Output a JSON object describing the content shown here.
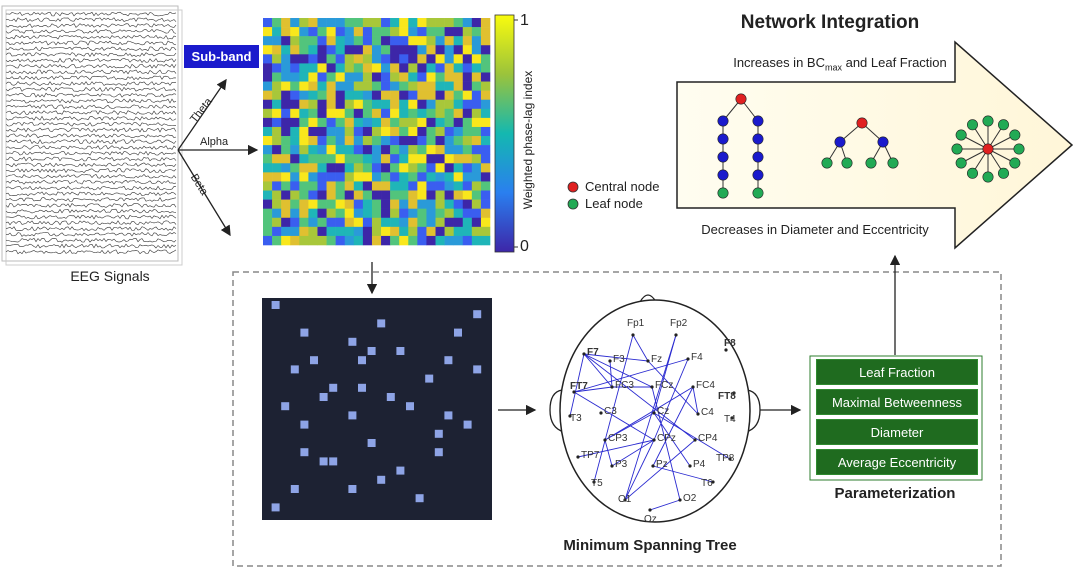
{
  "eeg": {
    "label": "EEG Signals"
  },
  "subband": {
    "label": "Sub-band",
    "bands": [
      "Theta",
      "Alpha",
      "Beta"
    ]
  },
  "matrix": {
    "colorbar_label": "Weighted phase-lag index",
    "cb_max": "1",
    "cb_min": "0"
  },
  "network": {
    "title": "Network Integration",
    "top_text_pre": "Increases in BC",
    "top_text_sub": "max",
    "top_text_post": " and Leaf Fraction",
    "bottom_text": "Decreases in Diameter and Eccentricity",
    "legend": [
      {
        "label": "Central node",
        "color": "#e02020"
      },
      {
        "label": "Leaf node",
        "color": "#22aa55"
      }
    ],
    "inner_color": "#1a1acc"
  },
  "mst": {
    "title": "Minimum Spanning Tree",
    "electrodes": [
      "Fp1",
      "Fp2",
      "F7",
      "F3",
      "Fz",
      "F4",
      "F8",
      "FT7",
      "FC3",
      "FCz",
      "FC4",
      "FT8",
      "T3",
      "C3",
      "Cz",
      "C4",
      "T4",
      "CP3",
      "CPz",
      "CP4",
      "TP7",
      "P3",
      "Pz",
      "P4",
      "TP8",
      "T5",
      "T6",
      "O1",
      "Oz",
      "O2"
    ]
  },
  "parameterization": {
    "title": "Parameterization",
    "items": [
      "Leaf Fraction",
      "Maximal Betweenness",
      "Diameter",
      "Average Eccentricity"
    ]
  }
}
